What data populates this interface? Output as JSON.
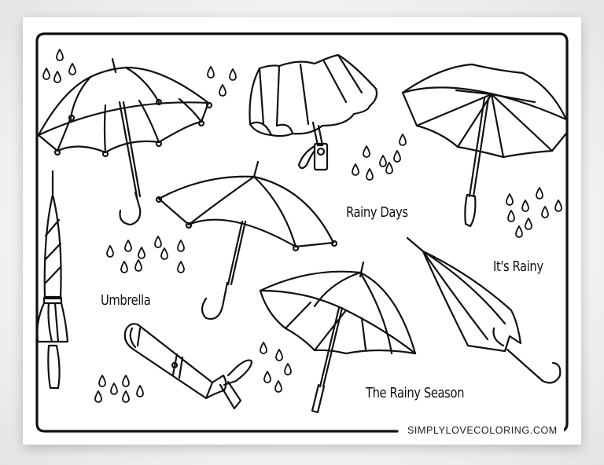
{
  "page": {
    "type": "coloring-page",
    "theme": "umbrellas",
    "colors": {
      "line": "#111111",
      "paper": "#ffffff",
      "background": "#ececec"
    }
  },
  "labels": {
    "rainy_days": "Rainy Days",
    "its_rainy": "It's Rainy",
    "umbrella": "Umbrella",
    "rainy_season": "The Rainy Season"
  },
  "footer": {
    "credit": "SIMPLYLOVECOLORING.COM"
  },
  "illustrations": [
    {
      "name": "open-umbrella-top-left"
    },
    {
      "name": "folded-canopy-umbrella-top-center"
    },
    {
      "name": "open-umbrella-top-right"
    },
    {
      "name": "open-umbrella-center"
    },
    {
      "name": "closed-umbrella-left"
    },
    {
      "name": "compact-umbrella-bottom-left"
    },
    {
      "name": "open-umbrella-bottom-center"
    },
    {
      "name": "closed-umbrella-right"
    }
  ]
}
